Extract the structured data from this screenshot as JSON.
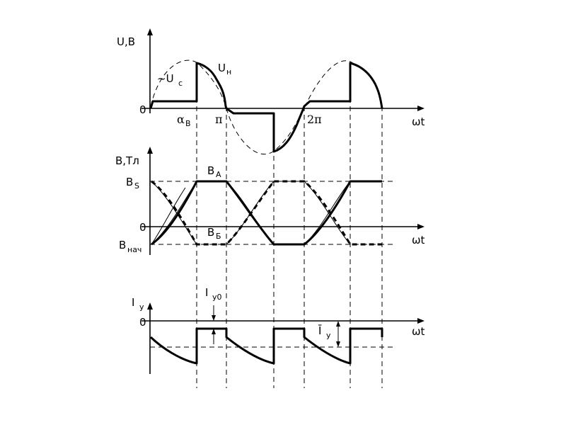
{
  "panel_u": {
    "y_axis": "U,B",
    "zero": "0",
    "x_axis": "ωt",
    "uc": "~U",
    "uc_sub": "c",
    "un": "U",
    "un_sub": "н",
    "alpha": "α",
    "alpha_sub": "B",
    "pi": "π",
    "two_pi": "2π"
  },
  "panel_b": {
    "y_axis": "B,Тл",
    "zero": "0",
    "x_axis": "ωt",
    "bs": "B",
    "bs_sub": "S",
    "bnach": "B",
    "bnach_sub": "нач",
    "ba": "B",
    "ba_sub": "A",
    "bb": "B",
    "bb_sub": "Б"
  },
  "panel_i": {
    "y_axis": "I",
    "y_axis_sub": "y",
    "zero": "0",
    "x_axis": "ωt",
    "iy0": "I",
    "iy0_sub": "y0",
    "iy_bar": "Ī",
    "iy_bar_sub": "y"
  }
}
